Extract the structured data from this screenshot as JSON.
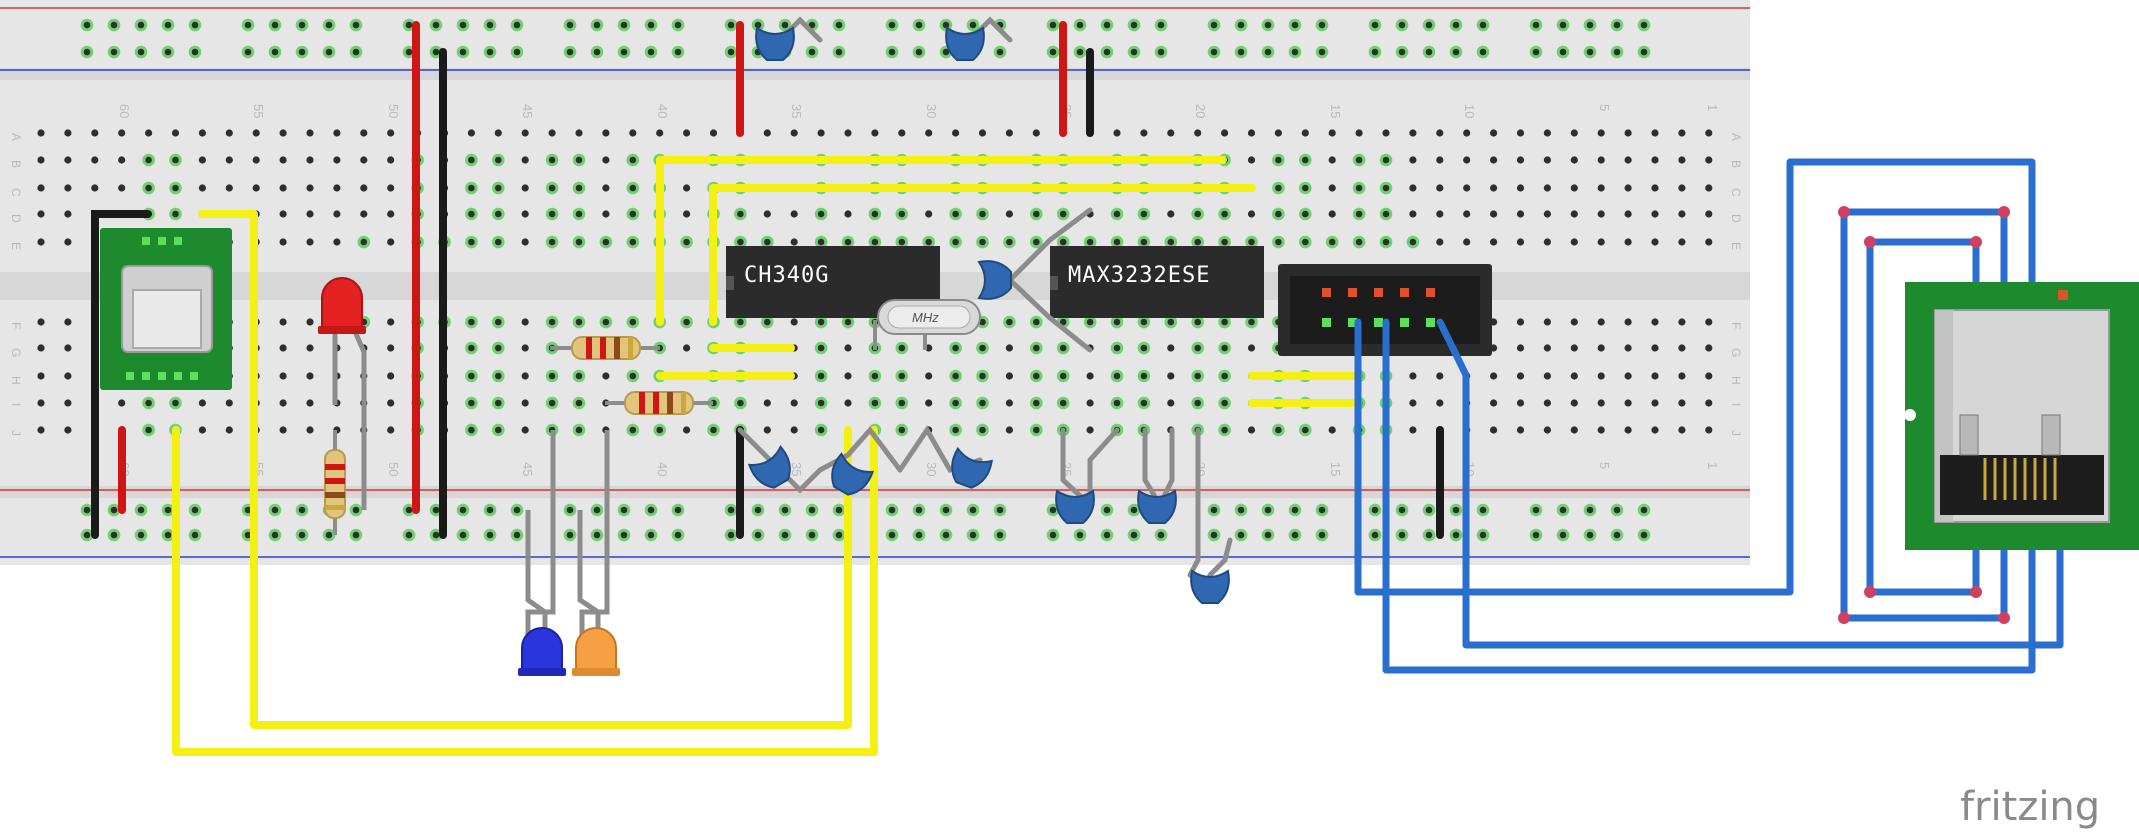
{
  "chips": {
    "usb_serial": "CH340G",
    "rs232": "MAX3232ESE"
  },
  "crystal": {
    "label": "MHz"
  },
  "column_numbers": [
    "60",
    "55",
    "50",
    "45",
    "40",
    "35",
    "30",
    "25",
    "20",
    "15",
    "10",
    "5",
    "1"
  ],
  "row_letters_top": [
    "A",
    "B",
    "C",
    "D",
    "E"
  ],
  "row_letters_bottom": [
    "F",
    "G",
    "H",
    "I",
    "J"
  ],
  "brand": "fritzing",
  "colors": {
    "breadboard": "#e6e6e6",
    "hole": "#2e2e2e",
    "hole_active": "#6fd16f",
    "rail_red": "#e03030",
    "rail_blue": "#2a3fd6",
    "wire_yellow": "#f5f014",
    "wire_red": "#d01515",
    "wire_black": "#1a1a1a",
    "wire_blue": "#2a6fd0",
    "wire_gray": "#8c8c8c",
    "pcb_green": "#1e8a2e",
    "chip_body": "#2b2b2b",
    "capacitor": "#2f68b0",
    "led_red": "#e52222",
    "led_blue": "#2a35e0",
    "led_orange": "#f5a044"
  }
}
